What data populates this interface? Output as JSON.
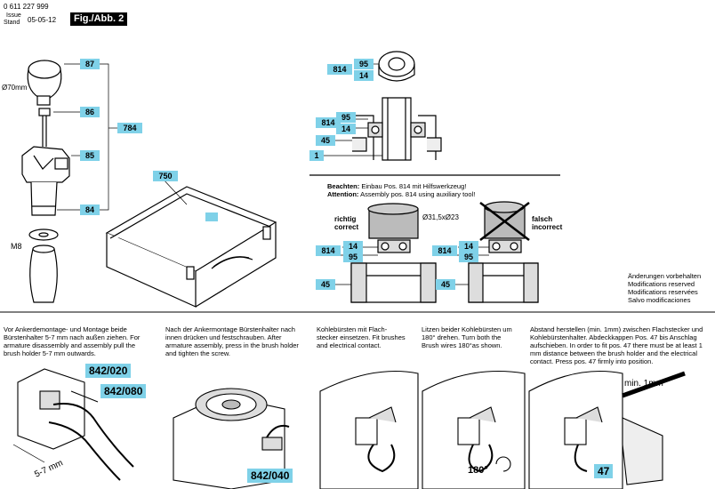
{
  "header": {
    "doc_number": "0 611 227 999",
    "issue_label": "Issue",
    "stand_label": "Stand",
    "issue_date": "05-05-12",
    "figure": "Fig./Abb. 2"
  },
  "parts": {
    "p87": "87",
    "diameter": "Ø70mm",
    "p86": "86",
    "p784": "784",
    "p85": "85",
    "p84": "84",
    "m8": "M8",
    "p750": "750",
    "p814a": "814",
    "p95a": "95",
    "p14a": "14",
    "p814b": "814",
    "p95b": "95",
    "p14b": "14",
    "p45a": "45",
    "p1": "1",
    "p814c": "814",
    "p14c": "14",
    "p95c": "95",
    "p45b": "45",
    "p814d": "814",
    "p14d": "14",
    "p95d": "95",
    "p45c": "45",
    "p842_020": "842/020",
    "p842_080": "842/080",
    "dim_5_7": "5-7 mm",
    "p842_040": "842/040",
    "angle": "180°",
    "p47": "47",
    "min1mm": "min. 1mm"
  },
  "attention": {
    "beachten_label": "Beachten:",
    "beachten_text": "Einbau Pos. 814 mit Hilfswerkzeug!",
    "attention_label": "Attention:",
    "attention_text": "Assembly pos. 814 using auxiliary tool!",
    "dims": "Ø31,5xØ23",
    "richtig": "richtig",
    "correct": "correct",
    "falsch": "falsch",
    "incorrect": "incorrect"
  },
  "modifications": {
    "line1": "Änderungen vorbehalten",
    "line2": "Modifications reserved",
    "line3": "Modifications reservées",
    "line4": "Salvo modificaciones"
  },
  "steps": {
    "s1": "Vor Ankerdemontage- und Montage beide Bürstenhalter 5-7 mm nach außen ziehen. For armature disassembly and assembly pull the brush holder 5-7 mm outwards.",
    "s2": "Nach der Ankermontage Bürstenhalter nach innen drücken und festschrauben. After armature assembly, press in the brush holder and tighten the screw.",
    "s3": "Kohlebürsten mit Flach-stecker einsetzen. Fit brushes and electrical contact.",
    "s4": "Litzen beider Kohlebürsten um 180° drehen. Turn both the Brush wires 180°as shown.",
    "s5": "Abstand herstellen (min. 1mm) zwischen Flachstecker und Kohlebürstenhalter. Abdeckkappen Pos. 47 bis Anschlag aufschieben. In order to fit pos. 47 there must be at least 1 mm distance between the brush holder and the electrical contact. Press pos. 47 firmly into position."
  }
}
